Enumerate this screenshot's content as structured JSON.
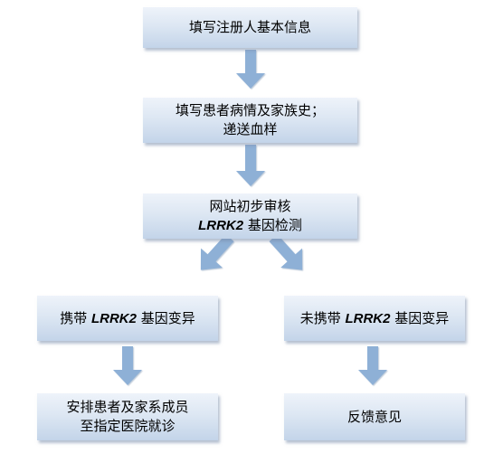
{
  "colors": {
    "box_fill_top": "#eef3fa",
    "box_fill_bottom": "#c3d4e9",
    "arrow": "#8eb0d6",
    "text": "#000000"
  },
  "flow": {
    "step1": {
      "line1": "填写注册人基本信息"
    },
    "step2": {
      "line1": "填写患者病情及家族史；",
      "line2": "递送血样"
    },
    "step3": {
      "line1": "网站初步审核",
      "line2_gene": "LRRK2",
      "line2_rest": " 基因检测"
    },
    "left_branch": {
      "prefix": "携带 ",
      "gene": "LRRK2",
      "rest": " 基因变异"
    },
    "right_branch": {
      "prefix": "未携带 ",
      "gene": "LRRK2",
      "rest": " 基因变异"
    },
    "left_result": {
      "line1": "安排患者及家系成员",
      "line2": "至指定医院就诊"
    },
    "right_result": {
      "line1": "反馈意见"
    }
  }
}
